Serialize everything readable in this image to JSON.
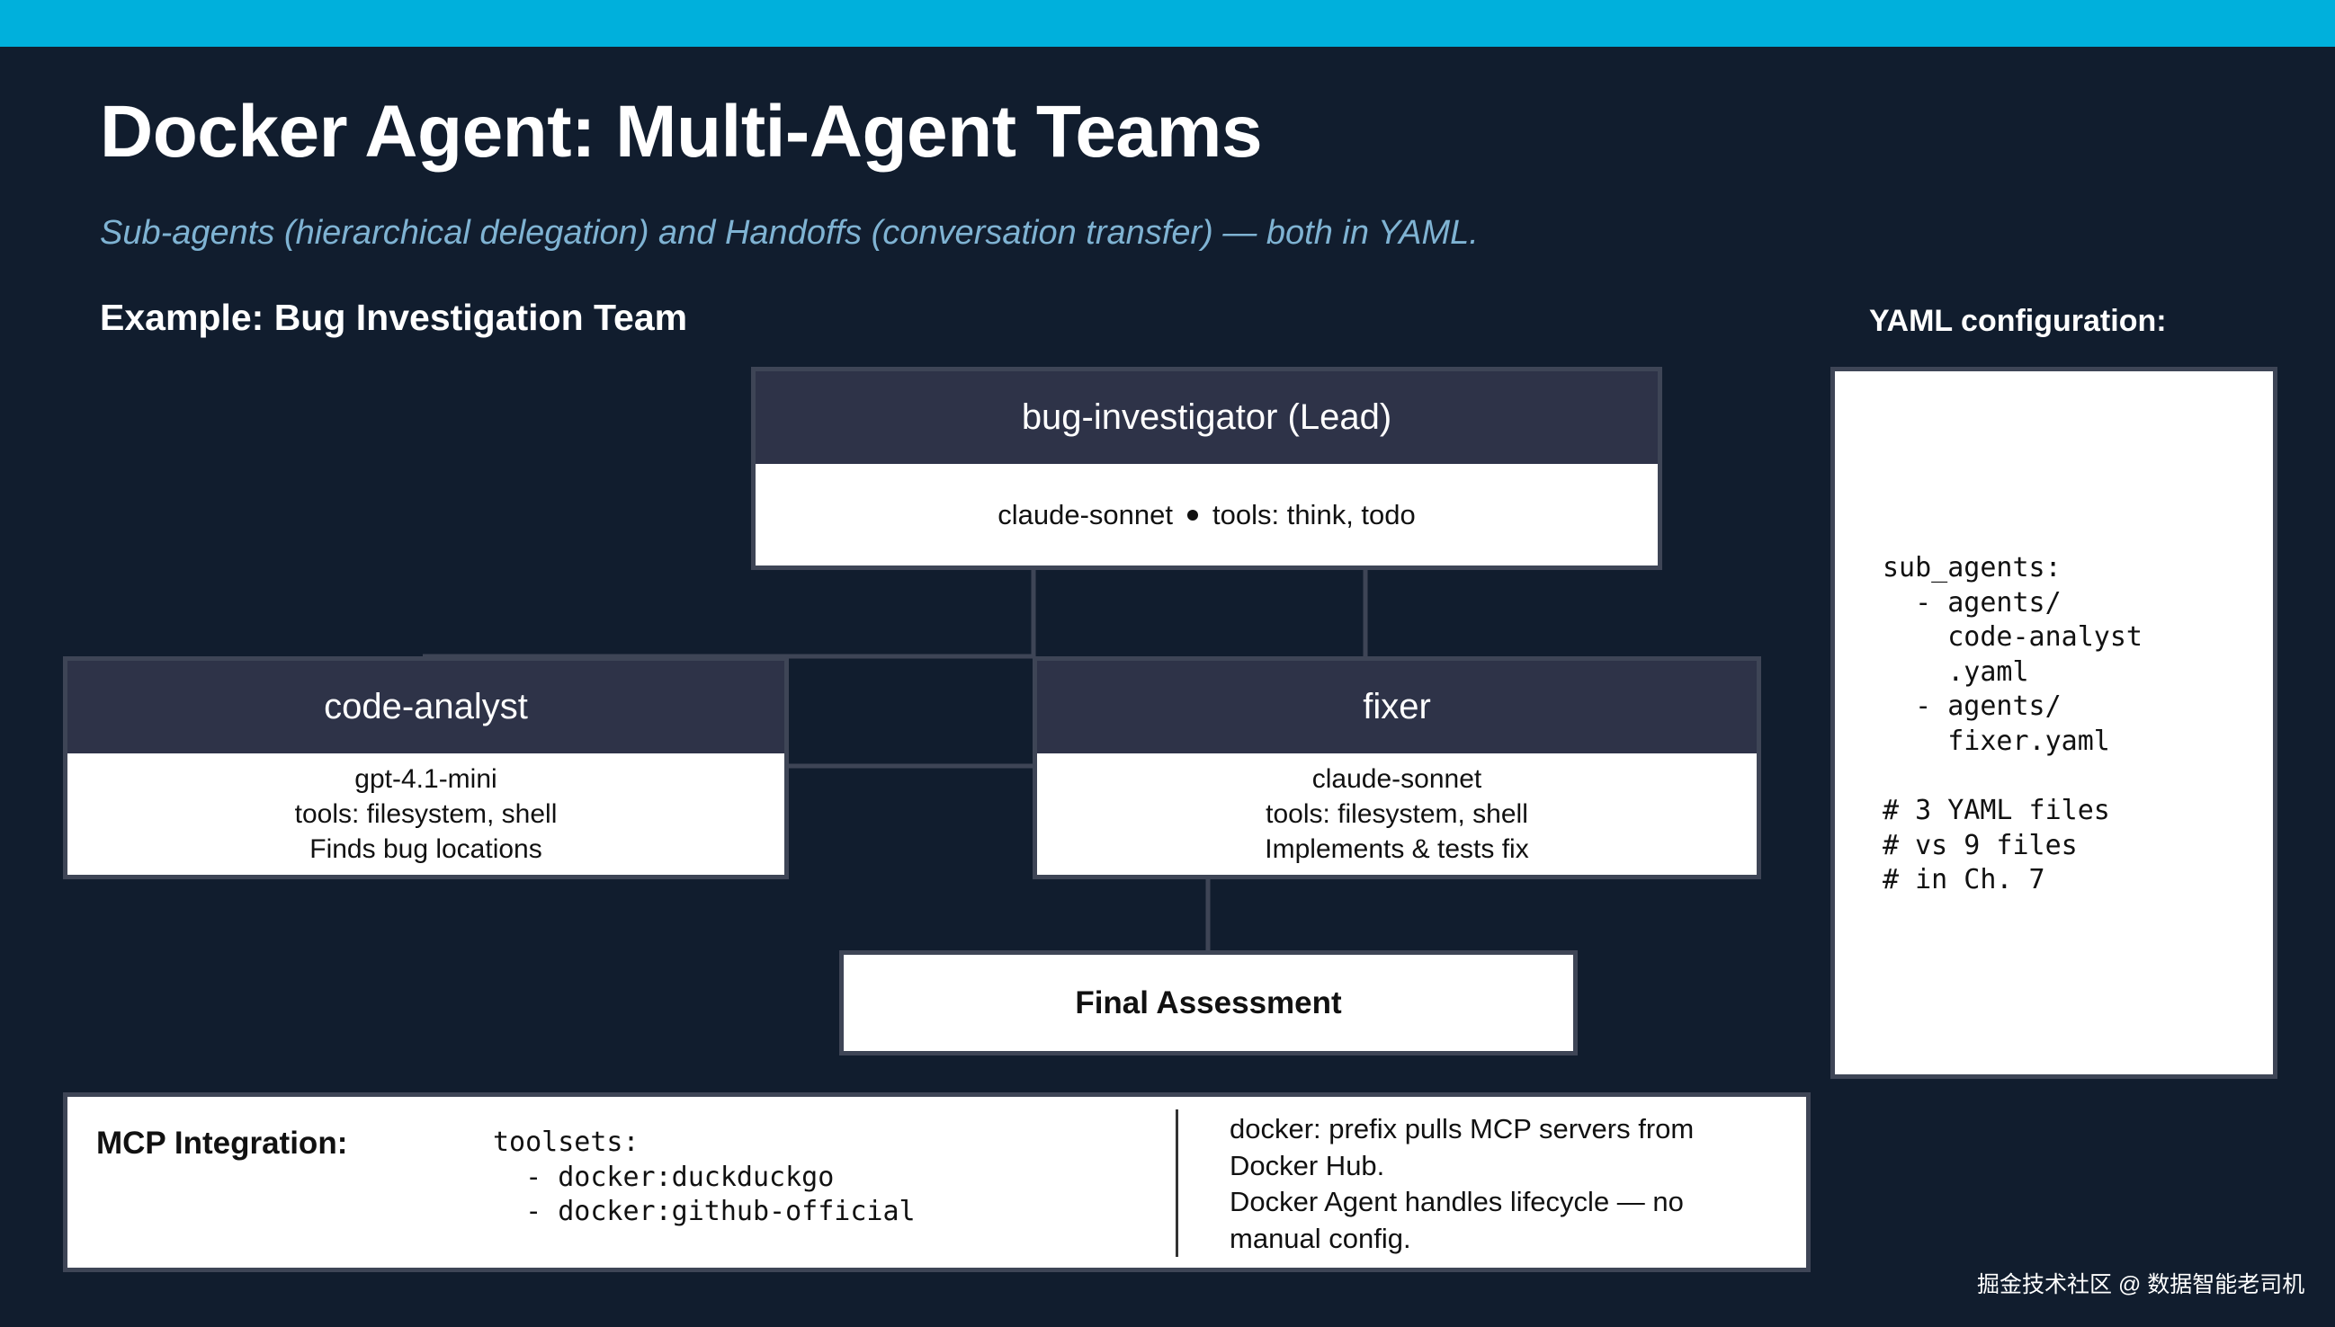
{
  "slide": {
    "title": "Docker Agent: Multi-Agent Teams",
    "subtitle": "Sub-agents (hierarchical delegation) and Handoffs (conversation transfer) — both in YAML.",
    "section_heading": "Example: Bug Investigation Team",
    "accent_color": "#00b0dc"
  },
  "diagram": {
    "lead": {
      "name": "bug-investigator (Lead)",
      "model": "claude-sonnet",
      "tools": "tools: think, todo"
    },
    "code_analyst": {
      "name": "code-analyst",
      "lines": [
        "gpt-4.1-mini",
        "tools: filesystem, shell",
        "Finds bug locations"
      ]
    },
    "fixer": {
      "name": "fixer",
      "lines": [
        "claude-sonnet",
        "tools: filesystem, shell",
        "Implements & tests fix"
      ]
    },
    "final": {
      "label": "Final Assessment"
    }
  },
  "yaml": {
    "heading": "YAML configuration:",
    "code": "sub_agents:\n  - agents/\n    code-analyst\n    .yaml\n  - agents/\n    fixer.yaml\n\n# 3 YAML files\n# vs 9 files\n# in Ch. 7"
  },
  "mcp": {
    "label": "MCP Integration:",
    "code": "toolsets:\n  - docker:duckduckgo\n  - docker:github-official",
    "notes": [
      "docker: prefix pulls MCP servers from",
      "Docker Hub.",
      "Docker Agent handles lifecycle — no",
      "manual config."
    ]
  },
  "watermark": "掘金技术社区 @ 数据智能老司机"
}
